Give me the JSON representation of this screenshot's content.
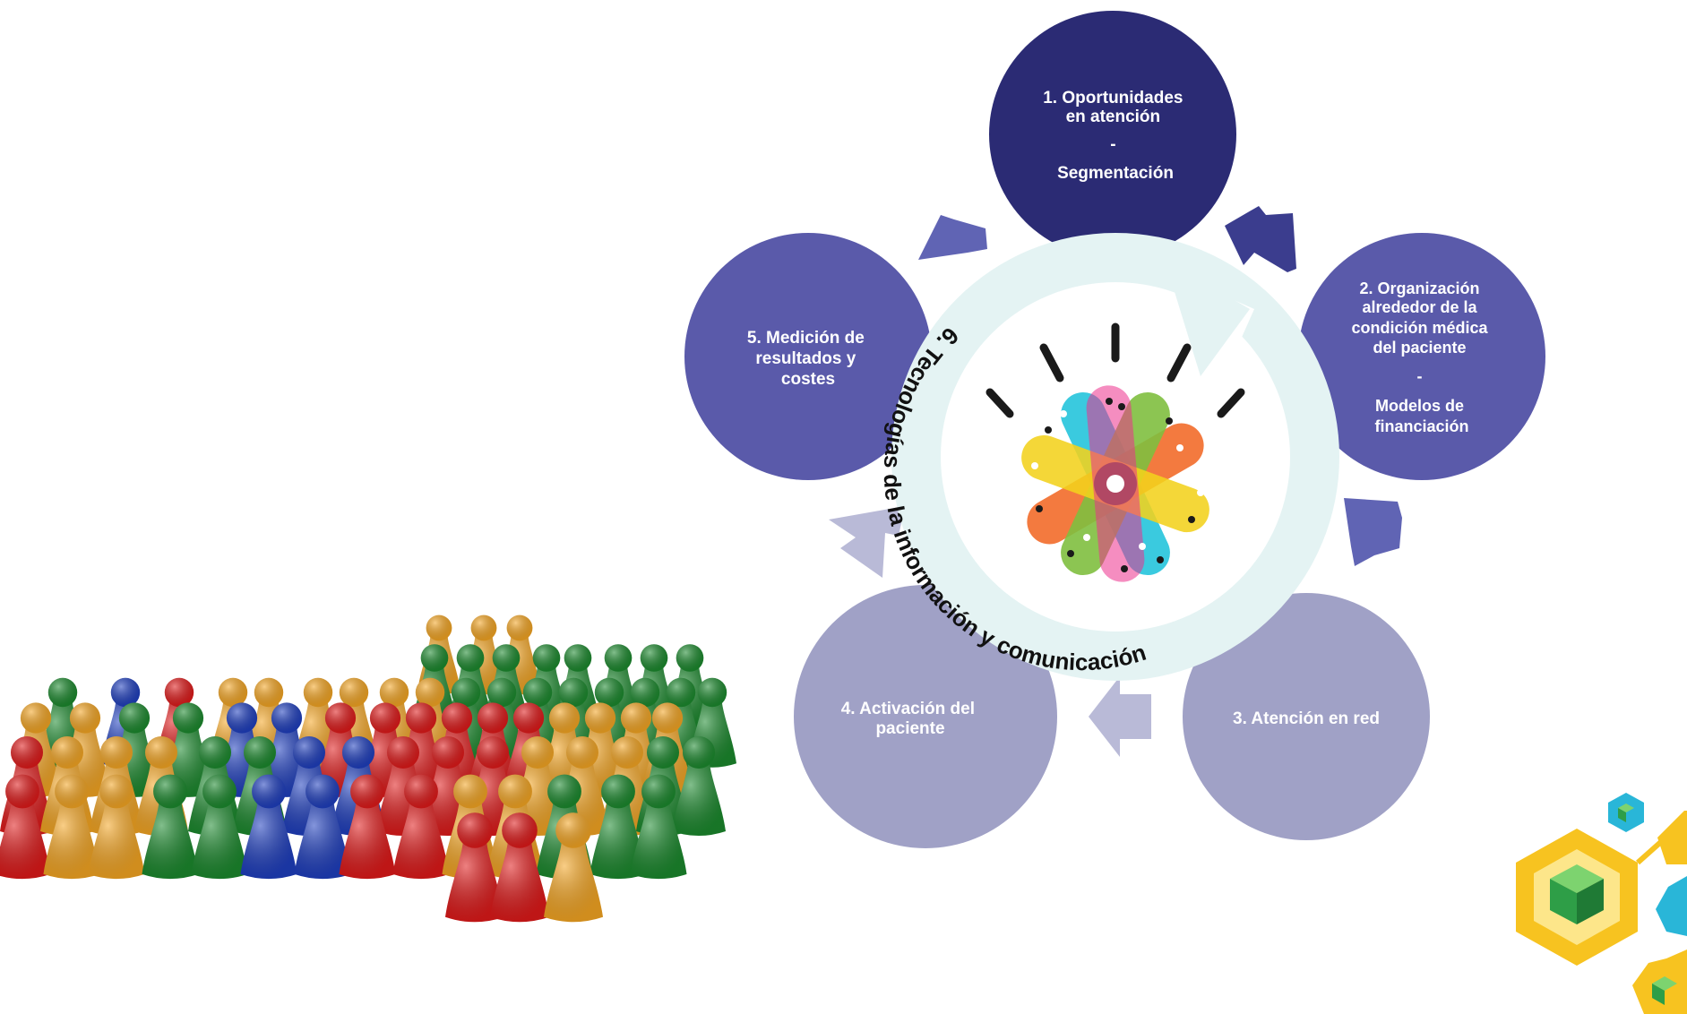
{
  "diagram": {
    "steps": [
      {
        "id": 1,
        "lines": [
          "1. Oportunidades",
          "en atención",
          "-",
          "Segmentación"
        ],
        "color": "#2b2b74"
      },
      {
        "id": 2,
        "lines": [
          "2. Organización",
          "alrededor de la",
          "condición médica",
          "del paciente",
          "-",
          "Modelos de",
          "financiación"
        ],
        "color": "#5a5aaa"
      },
      {
        "id": 3,
        "lines": [
          "3. Atención en red"
        ],
        "color": "#a0a1c6"
      },
      {
        "id": 4,
        "lines": [
          "4. Activación del",
          "paciente"
        ],
        "color": "#a0a1c6"
      },
      {
        "id": 5,
        "lines": [
          "5. Medición de",
          "resultados y",
          "costes"
        ],
        "color": "#5a5aaa"
      }
    ],
    "center_label": "6. Tecnologías de la información y comunicación",
    "ring_color": "#e4f3f3"
  },
  "decor": {
    "pawn_colors": [
      "#e01a1a",
      "#f5a623",
      "#1c8a2e",
      "#1f3fbf"
    ],
    "hex_colors": [
      "#f7c320",
      "#29b6d8",
      "#2e9e47"
    ]
  }
}
